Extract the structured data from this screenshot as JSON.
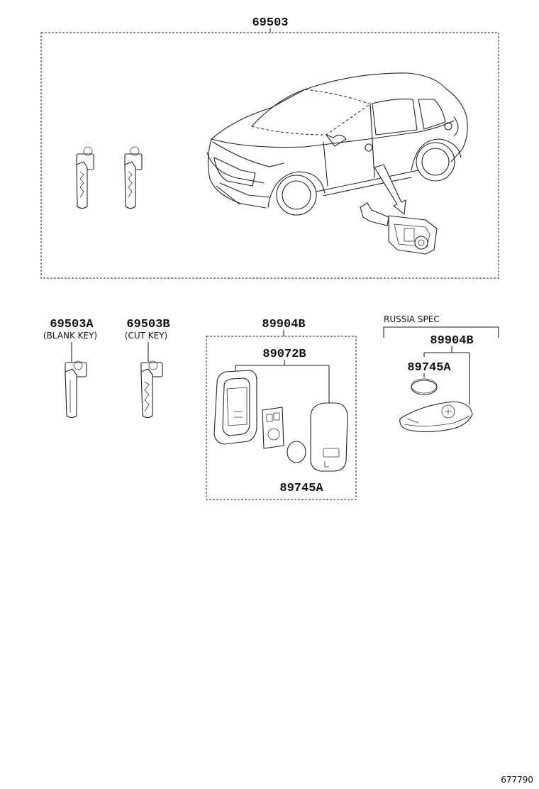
{
  "labels": {
    "main_kit": "69503",
    "blank_key_pn": "69503A",
    "blank_key_note": "(BLANK KEY)",
    "cut_key_pn": "69503B",
    "cut_key_note": "(CUT KEY)",
    "transmitter_pn": "89904B",
    "case_pn": "89072B",
    "battery_pn": "89745A",
    "russia_spec_note": "RUSSIA SPEC",
    "russia_transmitter_pn": "89904B",
    "russia_battery_pn": "89745A",
    "illustration_id": "677790"
  }
}
